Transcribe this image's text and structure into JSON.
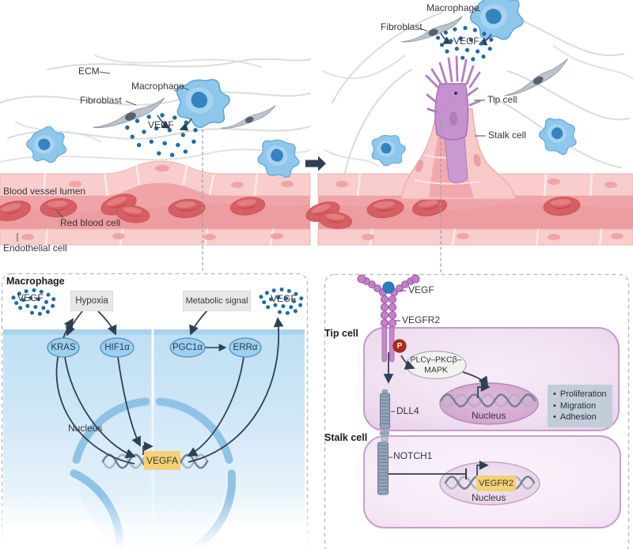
{
  "colors": {
    "vegf_dot": "#1e6aa6",
    "arrow": "#2d4156",
    "gene_box_yellow": "#f4d077",
    "macrophage_blue": "#8ec7ec",
    "cytoplasm_blue": "#cfe7f7",
    "vessel_lumen_pink": "#efa4a7",
    "endothelium_pink": "#f8cdcb",
    "tip_cell_purple": "#c591ce",
    "signal_cell_purple": "#eeddef",
    "outcome_box_gray": "#c3cdd8",
    "label_box_gray": "#e7e7e9",
    "phospho_red": "#b12a1e"
  },
  "panels": {
    "top_left": {
      "labels": {
        "ecm": "ECM",
        "macrophage": "Macrophage",
        "fibroblast": "Fibroblast",
        "vegf": "VEGF",
        "blood_vessel_lumen": "Blood vessel lumen",
        "red_blood_cell": "Red blood cell",
        "endothelial_cell": "Endothelial cell"
      }
    },
    "top_right": {
      "labels": {
        "macrophage": "Macrophage",
        "fibroblast": "Fibroblast",
        "vegf": "VEGF",
        "tip_cell": "Tip cell",
        "stalk_cell": "Stalk cell"
      }
    },
    "bottom_left": {
      "title": "Macrophage",
      "labels": {
        "vegf_left": "VEGF",
        "vegf_right": "VEGF",
        "hypoxia": "Hypoxia",
        "metabolic_signal": "Metabolic signal",
        "kras": "KRAS",
        "hif1a": "HIF1α",
        "pgc1a": "PGC1α",
        "erra": "ERRα",
        "nucleus": "Nucleus",
        "vegfa_gene": "VEGFA"
      }
    },
    "bottom_right": {
      "labels": {
        "vegf": "VEGF",
        "vegfr2": "VEGFR2",
        "tip_cell": "Tip cell",
        "stalk_cell": "Stalk cell",
        "phospho": "P",
        "kinase_line1": "PLCγ–PKCβ–",
        "kinase_line2": "MAPK",
        "nucleus_tip": "Nucleus",
        "dll4": "DLL4",
        "notch1": "NOTCH1",
        "vegfr2_gene": "VEGFR2",
        "nucleus_stalk": "Nucleus"
      },
      "outcomes": [
        "Proliferation",
        "Migration",
        "Adhesion"
      ]
    }
  }
}
